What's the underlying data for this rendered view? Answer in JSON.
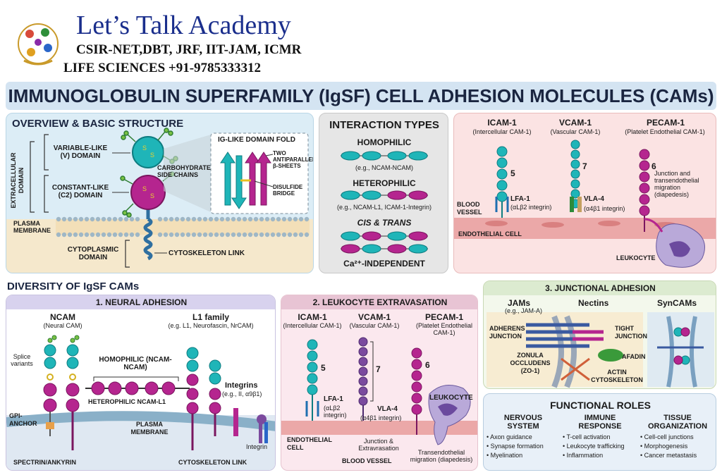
{
  "header": {
    "title": "Let’s Talk Academy",
    "line1": "CSIR-NET,DBT, JRF, IIT-JAM, ICMR",
    "line2": "LIFE SCIENCES  +91-9785333312"
  },
  "banner": "IMMUNOGLOBULIN SUPERFAMILY (IgSF) CELL ADHESION MOLECULES (CAMs)",
  "overview": {
    "title": "OVERVIEW & BASIC STRUCTURE",
    "extracellular": "EXTRACELLULAR DOMAIN",
    "v_domain": "VARIABLE-LIKE (V) DOMAIN",
    "c2_domain": "CONSTANT-LIKE (C2) DOMAIN",
    "carbohydrate": "CARBOHYDRATE SIDE CHAINS",
    "fold_title": "IG-LIKE DOMAIN FOLD",
    "two_sheets": "TWO ANTIPARALLEL β-SHEETS",
    "disulfide": "DISULFIDE BRIDGE",
    "plasma": "PLASMA MEMBRANE",
    "cyto_domain": "CYTOPLASMIC DOMAIN",
    "cyto_link": "CYTOSKELETON LINK"
  },
  "interaction": {
    "title": "INTERACTION TYPES",
    "homophilic": "HOMOPHILIC",
    "homophilic_eg": "(e.g., NCAM-NCAM)",
    "heterophilic": "HETEROPHILIC",
    "heterophilic_eg": "(e.g., NCAM-L1, ICAM-1-Integrin)",
    "cis_trans": "CIS & TRANS",
    "ca_indep": "Ca²⁺-INDEPENDENT"
  },
  "vessel_top": {
    "icam_title": "ICAM-1",
    "icam_sub": "(Intercellular CAM-1)",
    "vcam_title": "VCAM-1",
    "vcam_sub": "(Vascular CAM-1)",
    "pecam_title": "PECAM-1",
    "pecam_sub": "(Platelet Endothelial CAM-1)",
    "n5": "5",
    "n7": "7",
    "n6": "6",
    "lfa": "LFA-1",
    "lfa_sub": "(αLβ2 integrin)",
    "vla": "VLA-4",
    "vla_sub": "(α4β1 integrin)",
    "junction": "Junction and transendothelial migration (diapedesis)",
    "blood_vessel": "BLOOD VESSEL",
    "endothelial": "ENDOTHELIAL CELL",
    "leukocyte": "LEUKOCYTE"
  },
  "diversity": {
    "title": "DIVERSITY OF IgSF CAMs",
    "neural_title": "1. NEURAL ADHESION",
    "ncam": "NCAM",
    "ncam_sub": "(Neural CAM)",
    "l1": "L1 family",
    "l1_sub": "(e.g. L1, Neurofascin, NrCAM)",
    "splice": "Splice variants",
    "homophilic": "HOMOPHILIC (NCAM-NCAM)",
    "heterophilic": "HETEROPHILIC  NCAM-L1",
    "integrins": "Integrins",
    "integrins_sub": "(e.g., II, α9β1)",
    "gpi": "GPI-ANCHOR",
    "plasma": "PLASMA MEMBRANE",
    "integrin": "Integrin",
    "spectrin": "SPECTRIN/ANKYRIN",
    "cyto": "CYTOSKELETON LINK"
  },
  "leuko": {
    "title": "2. LEUKOCYTE EXTRAVASATION",
    "icam": "ICAM-1",
    "icam_sub": "(Intercellular CAM-1)",
    "vcam": "VCAM-1",
    "vcam_sub": "(Vascular CAM-1)",
    "pecam": "PECAM-1",
    "pecam_sub": "(Platelet Endothelial CAM-1)",
    "n5": "5",
    "n7": "7",
    "n6": "6",
    "lfa": "LFA-1",
    "lfa_sub": "(αLβ2 integrin)",
    "vla": "VLA-4",
    "vla_sub": "(α4β1 integrin)",
    "leukocyte": "LEUKOCYTE",
    "endothelial": "ENDOTHELIAL CELL",
    "junction": "Junction & Extravrasation",
    "blood_vessel": "BLOOD VESSEL",
    "transendo": "Transendothelial migration (diapedesis)"
  },
  "junctional": {
    "title": "3. JUNCTIONAL ADHESION",
    "jams": "JAMs",
    "jams_sub": "(e.g., JAM-A)",
    "nectins": "Nectins",
    "syncams": "SynCAMs",
    "adherens": "ADHERENS JUNCTION",
    "tight": "TIGHT JUNCTION",
    "zonula": "ZONULA OCCLUDENS (ZO-1)",
    "afadin": "AFADIN",
    "actin": "ACTIN CYTOSKELETON"
  },
  "roles": {
    "title": "FUNCTIONAL ROLES",
    "columns": [
      {
        "heading": "NERVOUS SYSTEM",
        "items": [
          "Axon guidance",
          "Synapse formation",
          "Myelination"
        ]
      },
      {
        "heading": "IMMUNE RESPONSE",
        "items": [
          "T-cell activation",
          "Leukocyte trafficking",
          "Inflammation"
        ]
      },
      {
        "heading": "TISSUE ORGANIZATION",
        "items": [
          "Cell-cell junctions",
          "Morphogenesis",
          "Cancer metastasis"
        ]
      }
    ]
  },
  "colors": {
    "teal": "#1fb5b8",
    "magenta": "#b5258f",
    "purple": "#7b4a9e",
    "banner": "#d4e4f2",
    "navy": "#1a2e8c"
  }
}
